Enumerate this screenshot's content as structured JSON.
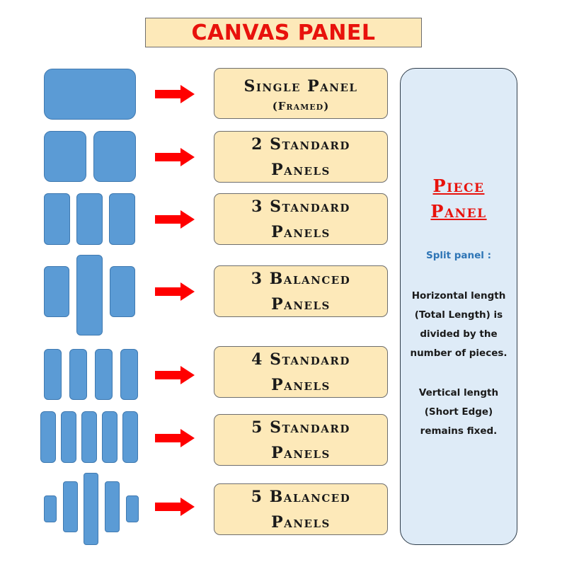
{
  "title": "CANVAS PANEL",
  "rows": [
    {
      "label": "Single Panel",
      "sub": "(Framed)"
    },
    {
      "label": "2 Standard",
      "sub": "Panels"
    },
    {
      "label": "3 Standard",
      "sub": "Panels"
    },
    {
      "label": "3 Balanced",
      "sub": "Panels"
    },
    {
      "label": "4 Standard",
      "sub": "Panels"
    },
    {
      "label": "5 Standard",
      "sub": "Panels"
    },
    {
      "label": "5 Balanced",
      "sub": "Panels"
    }
  ],
  "side": {
    "title_line1": "Piece",
    "title_line2": "Panel",
    "subtitle": "Split panel :",
    "paragraph1": [
      "Horizontal length",
      "(Total Length) is",
      "divided by the",
      "number of pieces."
    ],
    "paragraph2": [
      "Vertical length",
      "(Short Edge)",
      "remains fixed."
    ]
  },
  "colors": {
    "title_red": "#e8120c",
    "panel_blue": "#5b9bd5",
    "label_fill": "#fde9b9",
    "side_fill": "#deebf7",
    "subtitle_blue": "#2e75b6",
    "arrow_red": "#ff0000"
  }
}
